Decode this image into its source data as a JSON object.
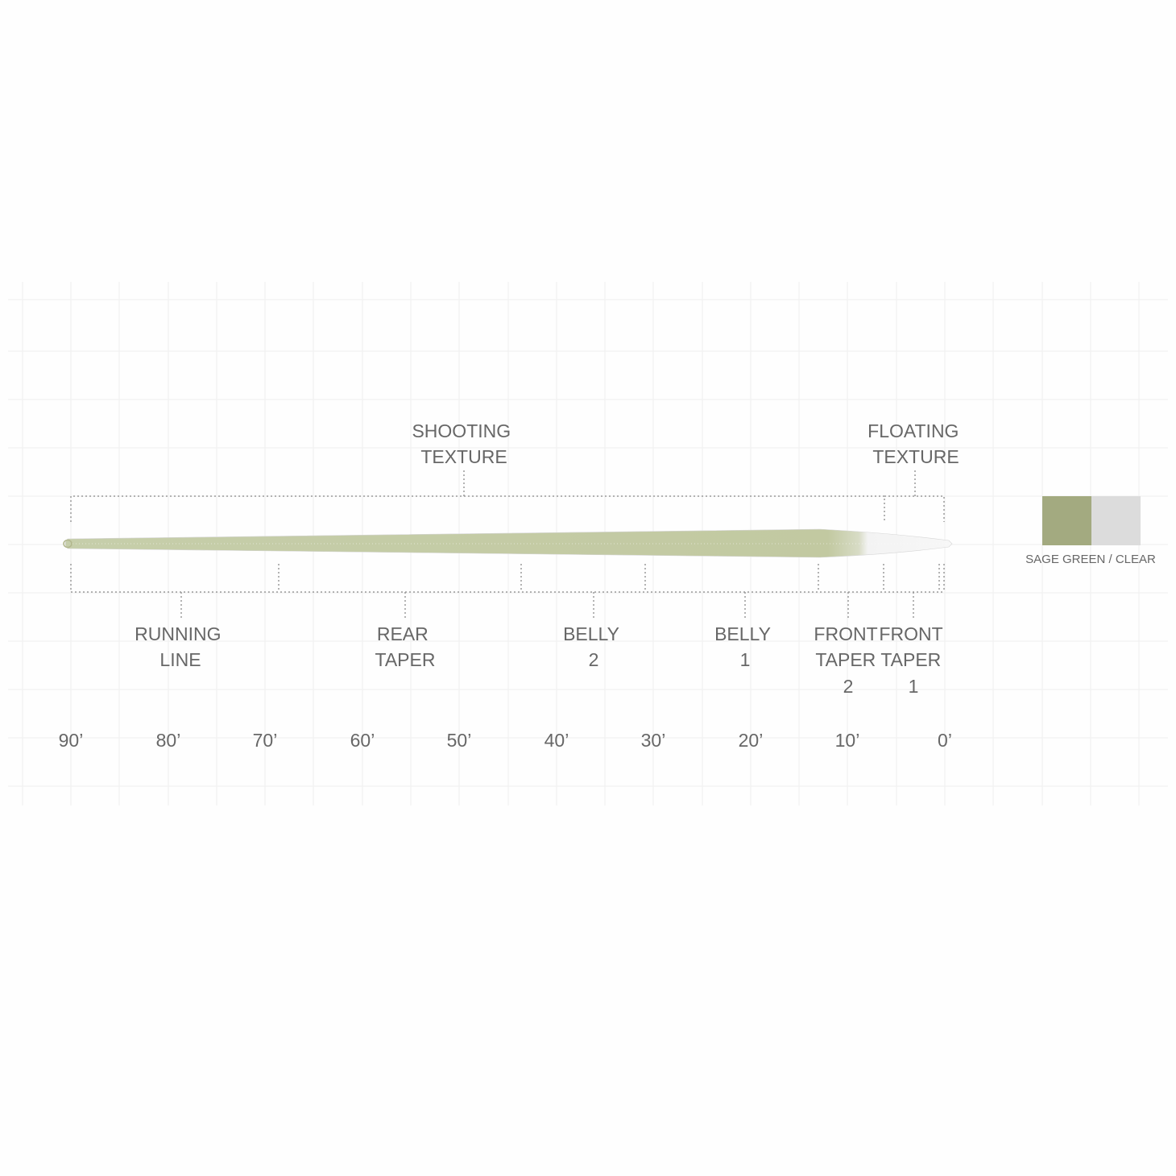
{
  "texture_labels": [
    {
      "lines": [
        "SHOOTING",
        "TEXTURE"
      ]
    },
    {
      "lines": [
        "FLOATING",
        "TEXTURE"
      ]
    }
  ],
  "sections": [
    {
      "lines": [
        "RUNNING",
        "LINE"
      ]
    },
    {
      "lines": [
        "REAR",
        "TAPER"
      ]
    },
    {
      "lines": [
        "BELLY",
        "2"
      ]
    },
    {
      "lines": [
        "BELLY",
        "1"
      ]
    },
    {
      "lines": [
        "FRONT",
        "TAPER",
        "2"
      ]
    },
    {
      "lines": [
        "FRONT",
        "TAPER",
        "1"
      ]
    }
  ],
  "scale": {
    "ticks": [
      "90’",
      "80’",
      "70’",
      "60’",
      "50’",
      "40’",
      "30’",
      "20’",
      "10’",
      "0’"
    ]
  },
  "legend": {
    "label": "SAGE GREEN / CLEAR",
    "colors": [
      "#a3aa80",
      "#dcdcdc"
    ]
  },
  "line_colors": {
    "body": "#c9d0ad",
    "tip": "#eeeeee",
    "text": "#676767",
    "dotted": "#9a9a9a",
    "grid": "#efefef"
  }
}
